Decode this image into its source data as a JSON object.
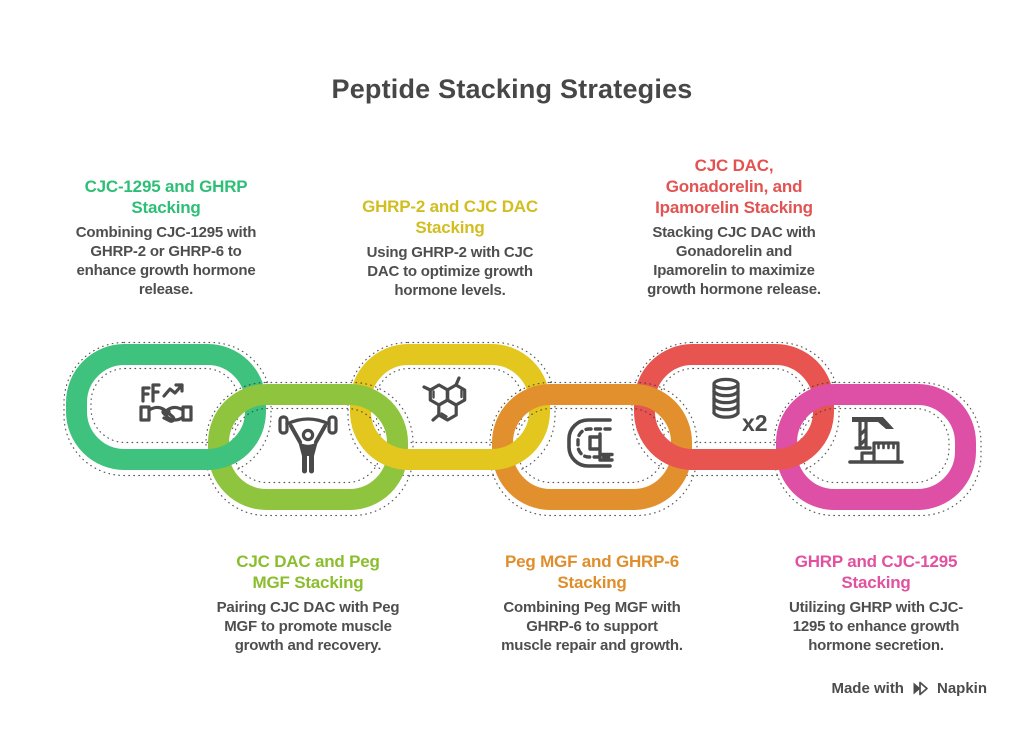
{
  "title": "Peptide Stacking Strategies",
  "callouts": [
    {
      "id": "cjc1295-and-ghrp",
      "accent": "#2ebf77",
      "title": "CJC-1295 and GHRP\nStacking",
      "body": "Combining CJC-1295 with\nGHRP-2 or GHRP-6 to\nenhance growth hormone\nrelease."
    },
    {
      "id": "ghrp2-and-cjc-dac",
      "accent": "#d2be20",
      "title": "GHRP-2 and CJC DAC\nStacking",
      "body": "Using GHRP-2 with CJC\nDAC to optimize growth\nhormone levels."
    },
    {
      "id": "cjc-dac-gonadorelin-ipamorelin",
      "accent": "#e25352",
      "title": "CJC DAC,\nGonadorelin, and\nIpamorelin Stacking",
      "body": "Stacking CJC DAC with\nGonadorelin and\nIpamorelin to maximize\ngrowth hormone release."
    },
    {
      "id": "cjc-dac-and-peg-mgf",
      "accent": "#8bbe2d",
      "title": "CJC DAC and Peg\nMGF Stacking",
      "body": "Pairing CJC DAC with Peg\nMGF to promote muscle\ngrowth and recovery."
    },
    {
      "id": "peg-mgf-and-ghrp6",
      "accent": "#e08e2b",
      "title": "Peg MGF and GHRP-6\nStacking",
      "body": "Combining Peg MGF with\nGHRP-6 to support\nmuscle repair and growth."
    },
    {
      "id": "ghrp-and-cjc1295",
      "accent": "#e2519f",
      "title": "GHRP and CJC-1295\nStacking",
      "body": "Utilizing GHRP with CJC-\n1295 to enhance growth\nhormone secretion."
    }
  ],
  "chain": {
    "links": [
      {
        "name": "link-cjc1295-ghrp",
        "color": "#3ec27d",
        "icon": "handshake-growth-icon"
      },
      {
        "name": "link-cjc-dac-peg-mgf",
        "color": "#8fc43e",
        "icon": "weightlifter-icon"
      },
      {
        "name": "link-ghrp2-cjc-dac",
        "color": "#e3c61e",
        "icon": "molecule-icon"
      },
      {
        "name": "link-peg-mgf-ghrp6",
        "color": "#e2902e",
        "icon": "running-track-icon"
      },
      {
        "name": "link-cjc-dac-gonadorelin-ipamorelin",
        "color": "#e85450",
        "icon": "coins-stack-icon",
        "badge": "x2"
      },
      {
        "name": "link-ghrp-cjc1295",
        "color": "#de4fa6",
        "icon": "factory-crane-icon"
      }
    ],
    "icon_color": "#4a4a4a"
  },
  "footer": {
    "made_with": "Made with",
    "brand": "Napkin",
    "logo": "napkin-logo-icon"
  }
}
